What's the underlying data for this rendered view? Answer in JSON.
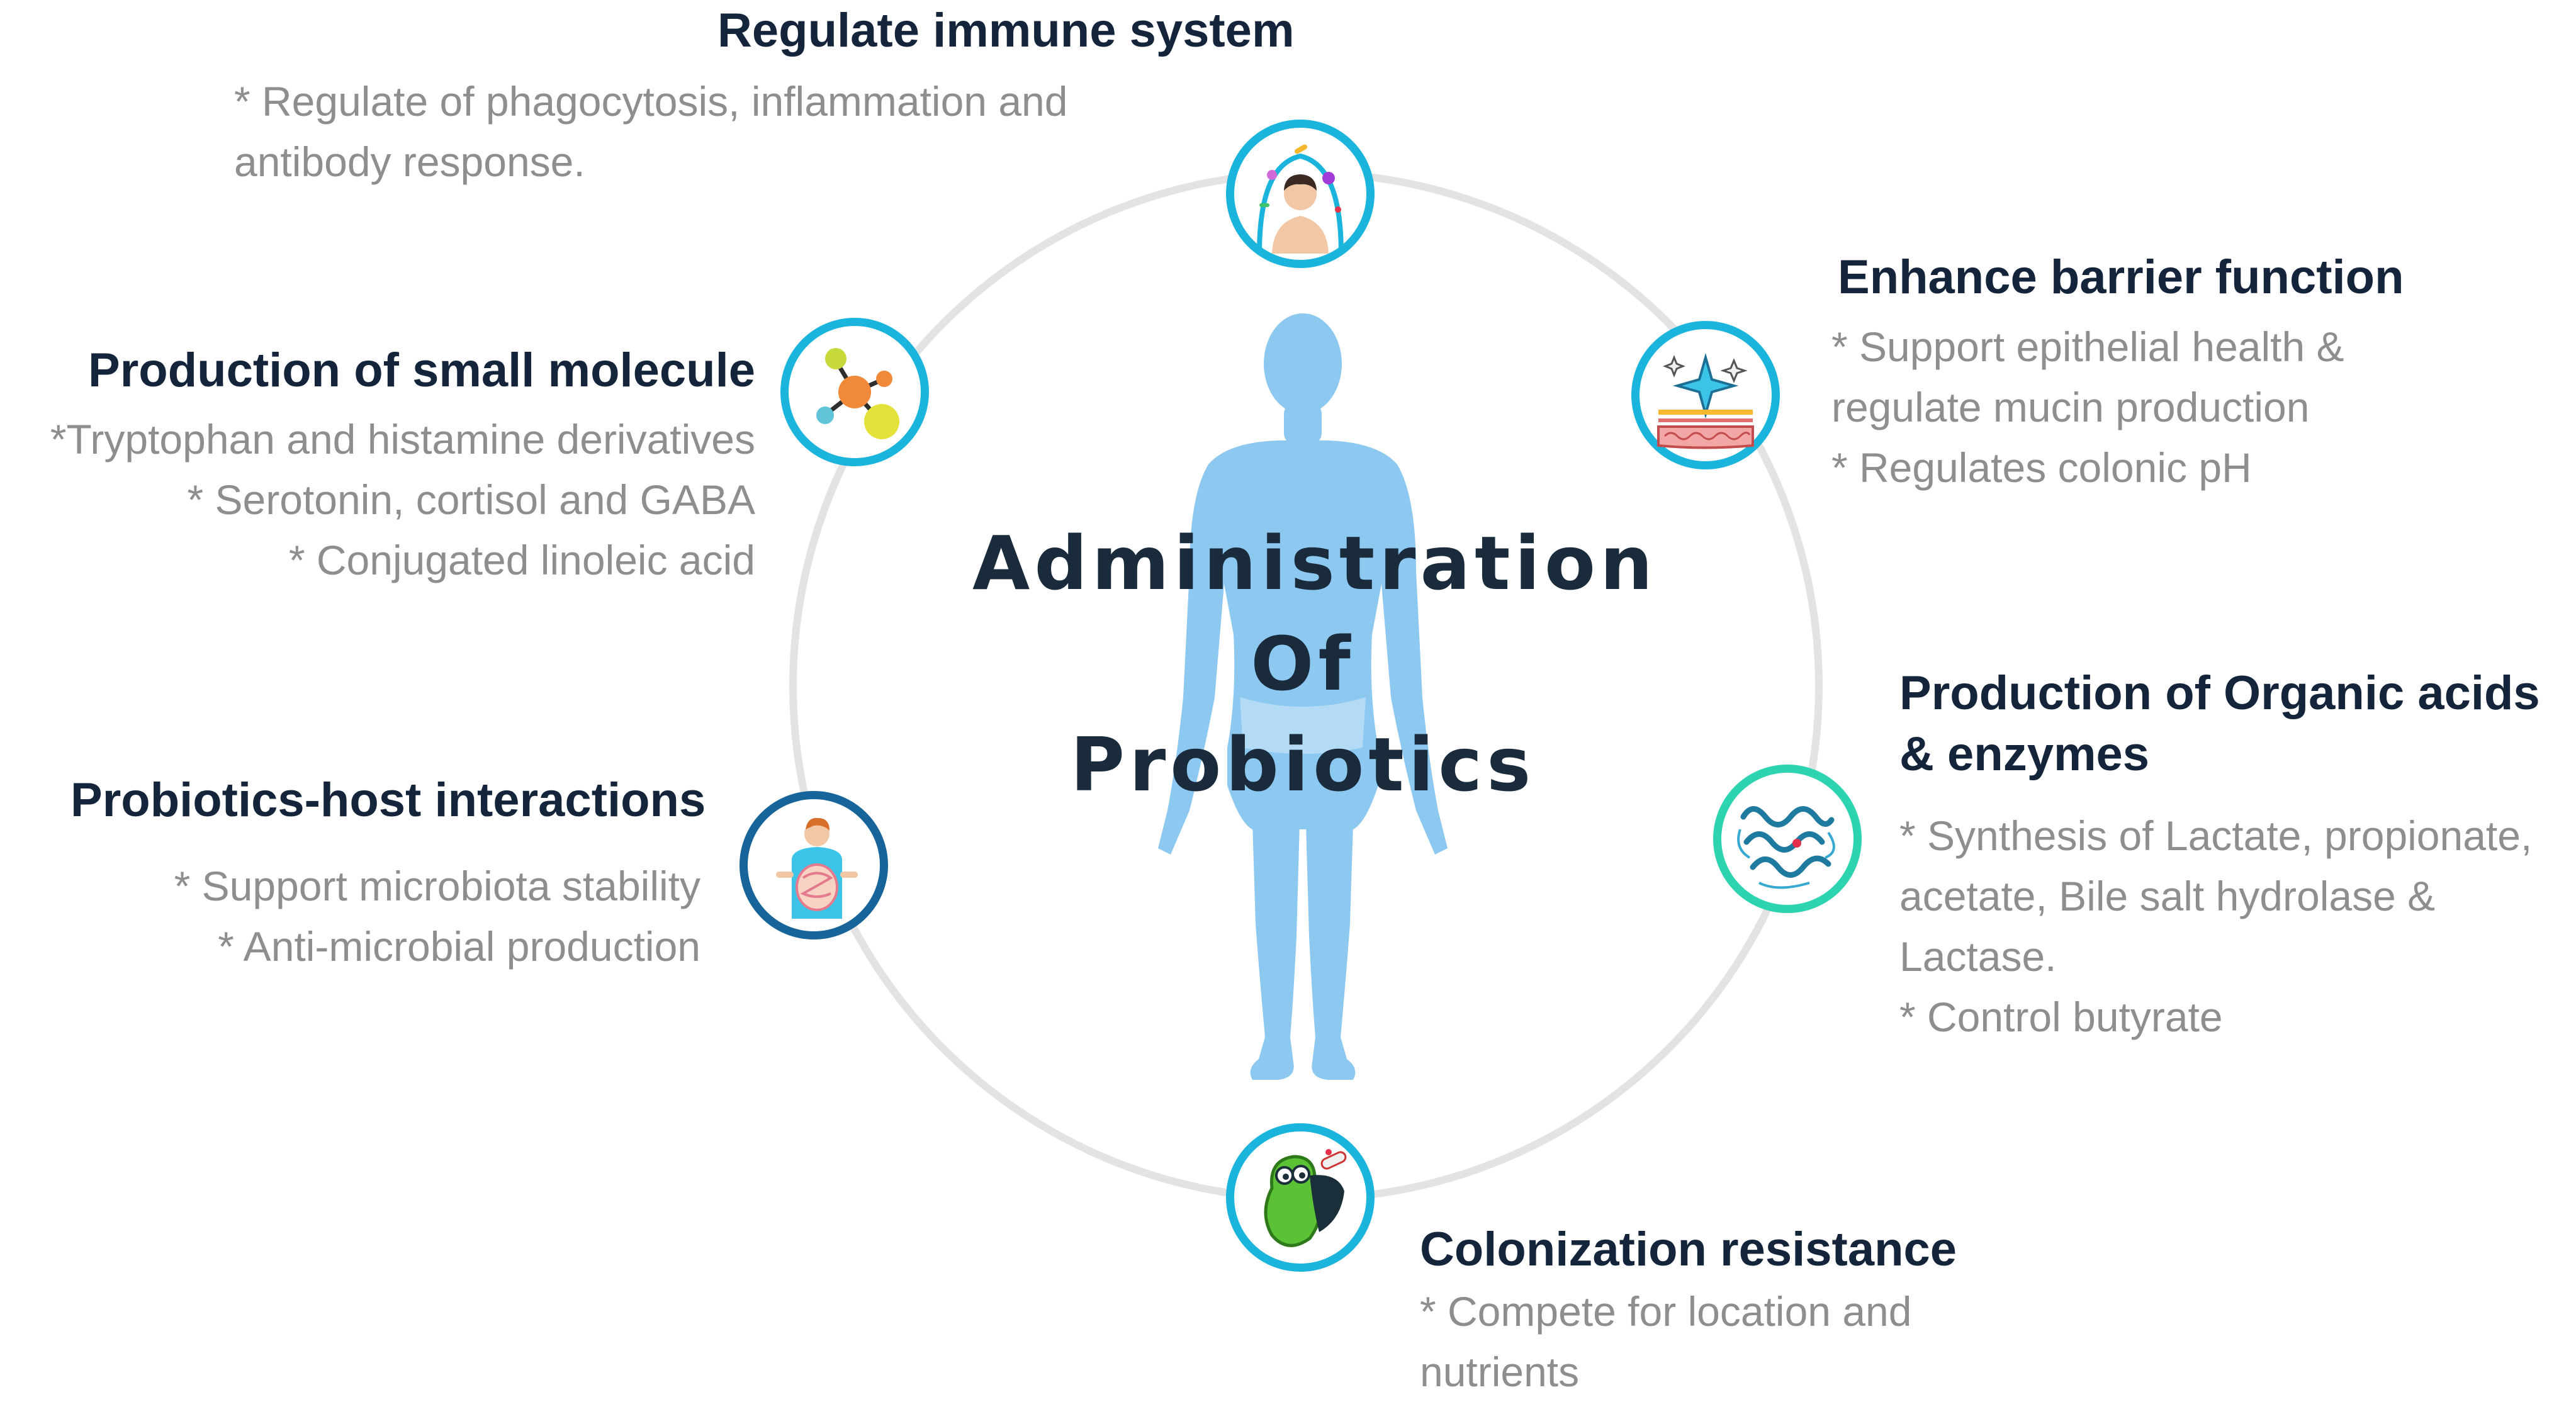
{
  "center": {
    "line1": "Administration",
    "line2": "Of",
    "line3": "Probiotics"
  },
  "colors": {
    "ring": "#e3e3e3",
    "body": "#8cc8f0",
    "title": "#14243a",
    "text": "#8e8e8e",
    "node_cyan": "#1ab4dc",
    "node_teal": "#2ed3b0",
    "node_blue": "#16649a"
  },
  "nodes": {
    "immune": {
      "icon": "human-shield-icon",
      "title": "Regulate immune system",
      "lines": [
        "* Regulate of phagocytosis, inflammation and",
        "antibody response."
      ]
    },
    "barrier": {
      "icon": "skin-barrier-icon",
      "title": "Enhance barrier function",
      "lines": [
        "* Support epithelial health &",
        "regulate mucin production",
        "* Regulates colonic pH"
      ]
    },
    "organic": {
      "icon": "protein-structure-icon",
      "title_line1": "Production of Organic acids",
      "title_line2": "& enzymes",
      "lines": [
        "* Synthesis of Lactate, propionate,",
        "acetate, Bile salt hydrolase &",
        "Lactase.",
        "* Control butyrate"
      ]
    },
    "colonization": {
      "icon": "bacteria-shield-icon",
      "title": "Colonization resistance",
      "lines": [
        "* Compete for location and",
        "nutrients"
      ]
    },
    "host": {
      "icon": "gut-person-icon",
      "title": "Probiotics-host interactions",
      "lines": [
        "*  Support microbiota stability",
        "*  Anti-microbial  production"
      ]
    },
    "molecule": {
      "icon": "molecule-icon",
      "title": "Production of small molecule",
      "lines": [
        "*Tryptophan and histamine derivatives",
        "* Serotonin, cortisol and GABA",
        "* Conjugated linoleic acid"
      ]
    }
  }
}
